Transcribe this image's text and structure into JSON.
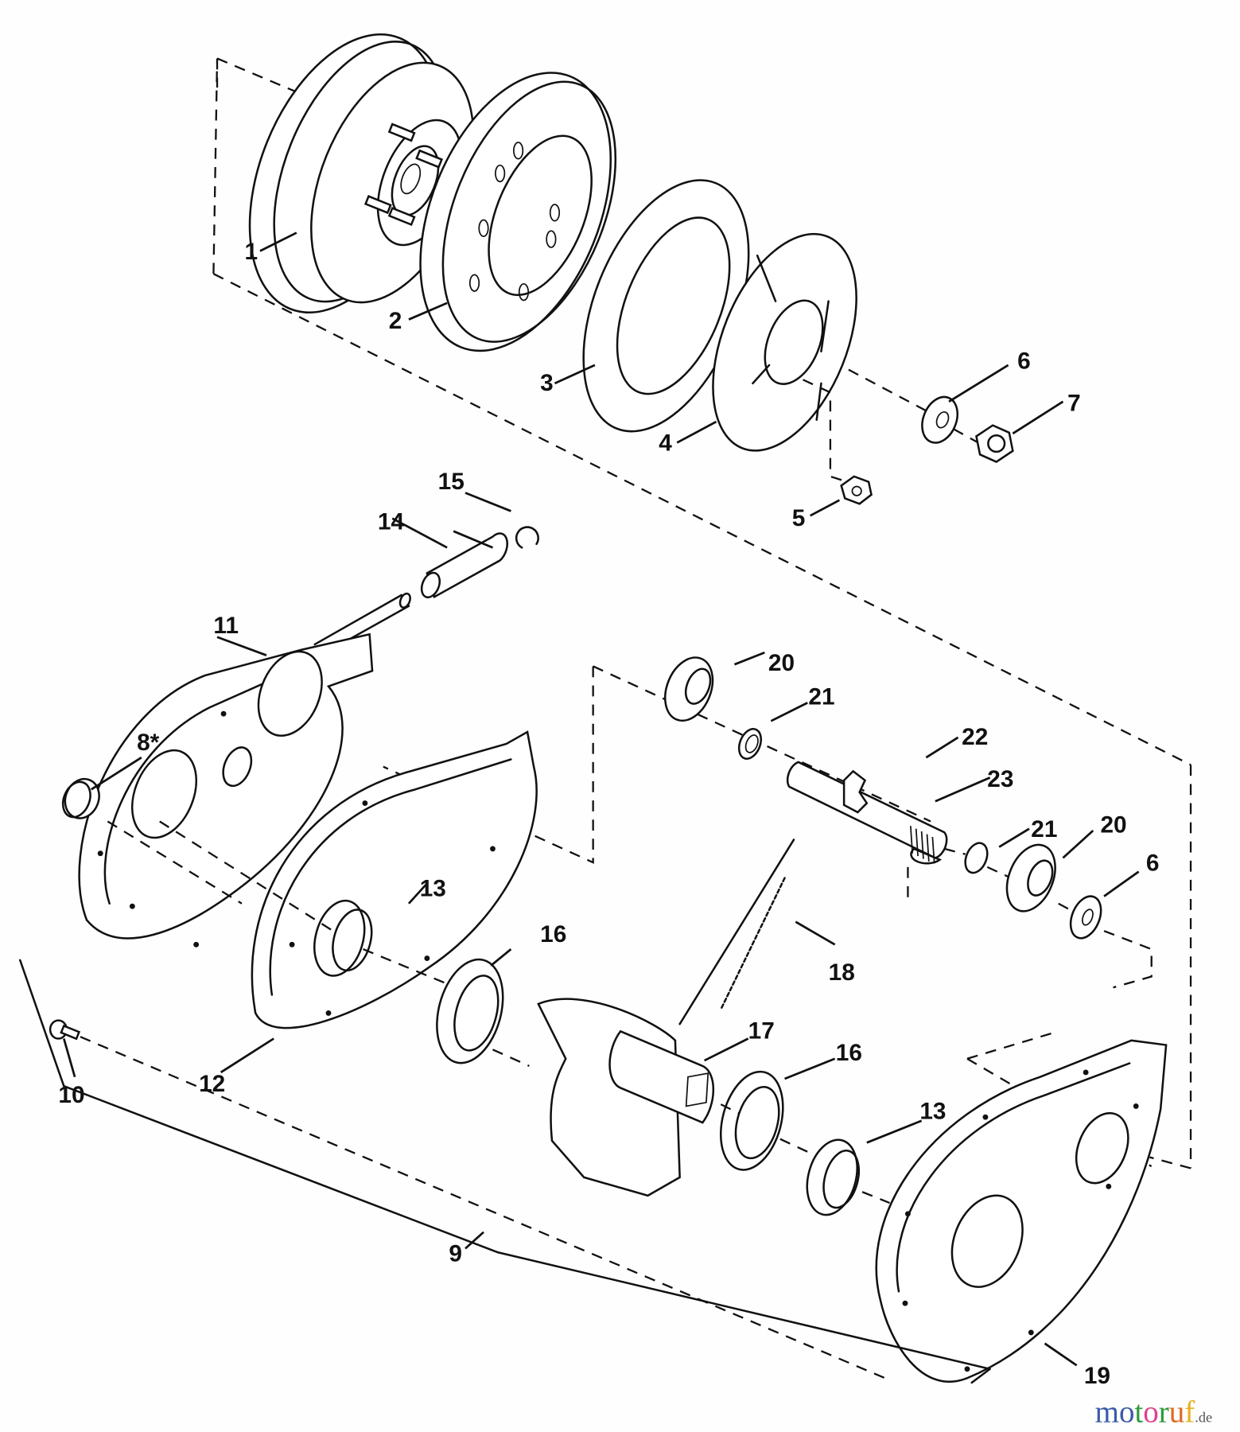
{
  "diagram": {
    "type": "exploded-parts-diagram",
    "callouts": [
      {
        "id": "1",
        "text": "1"
      },
      {
        "id": "2",
        "text": "2"
      },
      {
        "id": "3",
        "text": "3"
      },
      {
        "id": "4",
        "text": "4"
      },
      {
        "id": "5",
        "text": "5"
      },
      {
        "id": "6a",
        "text": "6"
      },
      {
        "id": "7",
        "text": "7"
      },
      {
        "id": "8",
        "text": "8*"
      },
      {
        "id": "9",
        "text": "9"
      },
      {
        "id": "10",
        "text": "10"
      },
      {
        "id": "11",
        "text": "11"
      },
      {
        "id": "12",
        "text": "12"
      },
      {
        "id": "13a",
        "text": "13"
      },
      {
        "id": "14",
        "text": "14"
      },
      {
        "id": "15",
        "text": "15"
      },
      {
        "id": "16a",
        "text": "16"
      },
      {
        "id": "18",
        "text": "18"
      },
      {
        "id": "17",
        "text": "17"
      },
      {
        "id": "16b",
        "text": "16"
      },
      {
        "id": "13b",
        "text": "13"
      },
      {
        "id": "19",
        "text": "19"
      },
      {
        "id": "20a",
        "text": "20"
      },
      {
        "id": "21a",
        "text": "21"
      },
      {
        "id": "22",
        "text": "22"
      },
      {
        "id": "23",
        "text": "23"
      },
      {
        "id": "21b",
        "text": "21"
      },
      {
        "id": "20b",
        "text": "20"
      },
      {
        "id": "6b",
        "text": "6"
      }
    ]
  },
  "watermark": {
    "letters": [
      {
        "ch": "m",
        "color": "#3b5aa8"
      },
      {
        "ch": "o",
        "color": "#3b5aa8"
      },
      {
        "ch": "t",
        "color": "#2e9a3c"
      },
      {
        "ch": "o",
        "color": "#e0408a"
      },
      {
        "ch": "r",
        "color": "#2e9a3c"
      },
      {
        "ch": "u",
        "color": "#e06a20"
      },
      {
        "ch": "f",
        "color": "#e8b020"
      }
    ],
    "suffix": ".de"
  }
}
